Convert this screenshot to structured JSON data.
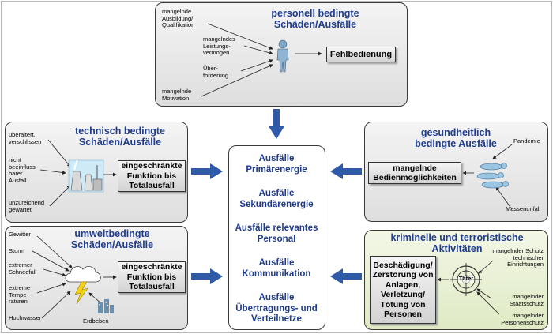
{
  "panels": {
    "personnel": {
      "title_line1": "personell bedingte",
      "title_line2": "Schäden/Ausfälle",
      "causes": [
        "mangelnde Ausbildung/ Qualifikation",
        "mangelndes Leistungs- vermögen",
        "Über- forderung",
        "mangelnde Motivation"
      ],
      "result": "Fehlbedienung"
    },
    "technical": {
      "title_line1": "technisch bedingte",
      "title_line2": "Schäden/Ausfälle",
      "causes": [
        "überaltert, verschlissen",
        "nicht beeinfluss- barer Ausfall",
        "unzureichend gewartet"
      ],
      "result": "eingeschränkte Funktion bis Totalausfall"
    },
    "environmental": {
      "title_line1": "umweltbedingte",
      "title_line2": "Schäden/Ausfälle",
      "causes": [
        "Gewitter",
        "Sturm",
        "extremer Schneefall",
        "extreme Tempe- raturen",
        "Hochwasser"
      ],
      "extra_label": "Erdbeben",
      "result": "eingeschränkte Funktion bis Totalausfall"
    },
    "health": {
      "title_line1": "gesundheitlich",
      "title_line2": "bedingte Ausfälle",
      "causes": [
        "Pandemie",
        "Massenunfall"
      ],
      "result": "mangelnde Bedienmöglichkeiten"
    },
    "criminal": {
      "title_line1": "kriminelle und terroristische",
      "title_line2": "Aktivitäten",
      "result": "Beschädigung/ Zerstörung von Anlagen, Verletzung/ Tötung von Personen",
      "causes": [
        "mangelnder Schutz technischer Einrichtungen",
        "mangelnder Staatsschutz",
        "mangelnder Personenschutz"
      ],
      "target_label": "Täter"
    }
  },
  "center": {
    "items": [
      "Ausfälle Primärenergie",
      "Ausfälle Sekundärenergie",
      "Ausfälle relevantes Personal",
      "Ausfälle Kommunikation",
      "Ausfälle Übertragungs- und Verteilnetze"
    ]
  },
  "colors": {
    "title": "#1f3b8c",
    "arrow": "#2e5aa8",
    "green_panel": "#e4edcc"
  }
}
